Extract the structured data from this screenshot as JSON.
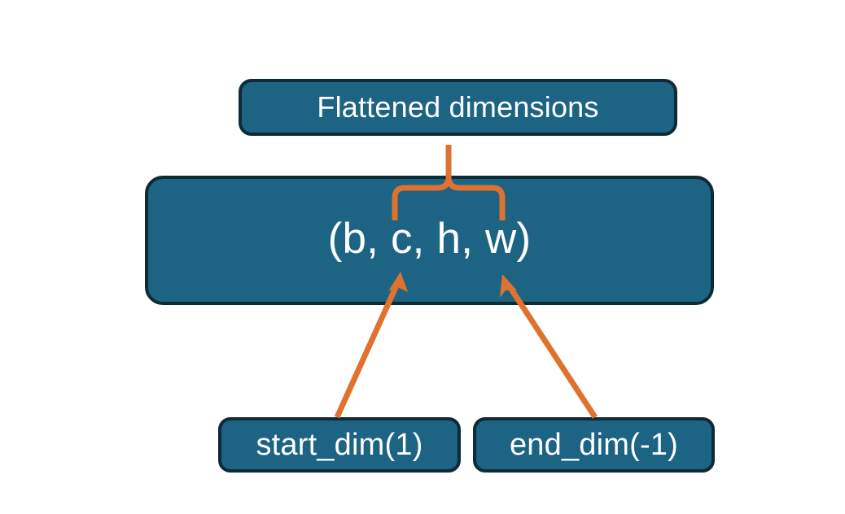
{
  "diagram": {
    "title": "flatten-dimensions",
    "background_color": "#ffffff",
    "node_fill_color": "#1c6384",
    "node_border_color": "#0d2b36",
    "node_text_color": "#ffffff",
    "connector_color": "#e0722f",
    "nodes": {
      "flattened": {
        "label": "Flattened dimensions"
      },
      "shape": {
        "label": "(b, c, h, w)"
      },
      "start_dim": {
        "label": "start_dim(1)"
      },
      "end_dim": {
        "label": "end_dim(-1)"
      }
    },
    "connectors": {
      "brace": {
        "name": "curly-brace-connector",
        "from": "shape",
        "to": "flattened"
      },
      "start_arrow": {
        "name": "start-dim-arrow",
        "from": "start_dim",
        "to": "shape"
      },
      "end_arrow": {
        "name": "end-dim-arrow",
        "from": "end_dim",
        "to": "shape"
      }
    }
  }
}
